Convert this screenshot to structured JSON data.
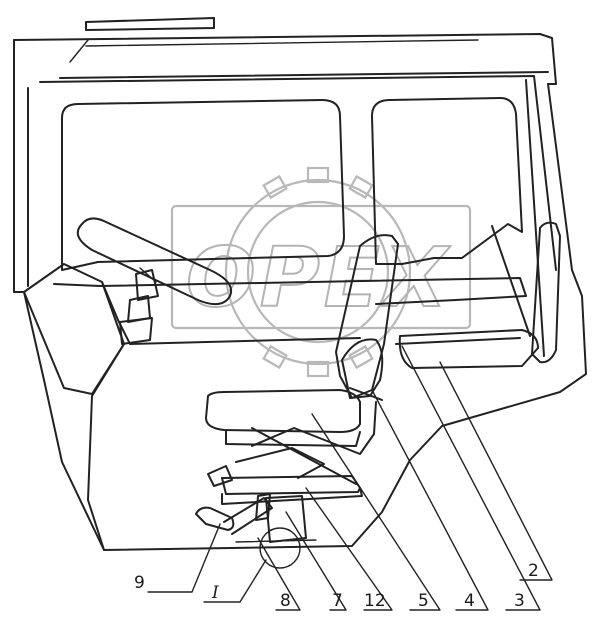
{
  "watermark": {
    "text": "OPEX"
  },
  "callouts": [
    {
      "id": "9",
      "label": "9"
    },
    {
      "id": "I",
      "label": "I"
    },
    {
      "id": "8",
      "label": "8"
    },
    {
      "id": "7",
      "label": "7"
    },
    {
      "id": "12",
      "label": "12"
    },
    {
      "id": "5",
      "label": "5"
    },
    {
      "id": "4",
      "label": "4"
    },
    {
      "id": "3",
      "label": "3"
    },
    {
      "id": "2",
      "label": "2"
    }
  ]
}
